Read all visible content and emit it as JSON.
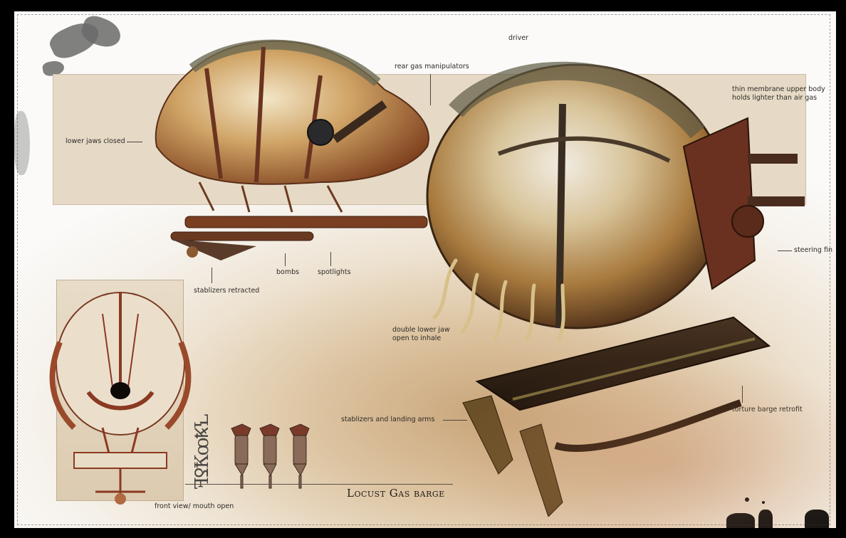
{
  "artwork": {
    "title": "Locust Gas barge",
    "signature_glyphs": "ꟻꝾꝀꝏꝄꝆ"
  },
  "callouts": {
    "lower_jaws_closed": "lower jaws closed",
    "rear_gas_manipulators": "rear gas manipulators",
    "driver": "driver",
    "thin_membrane_line1": "thin membrane upper body",
    "thin_membrane_line2": "holds lighter than air gas",
    "steering_fin": "steering fin",
    "bombs": "bombs",
    "spotlights": "spotlights",
    "stabilizers_retracted": "stablizers retracted",
    "double_jaw_line1": "double lower jaw",
    "double_jaw_line2": "open to inhale",
    "stabilizers_landing_arms": "stablizers and landing arms",
    "torture_barge_retrofit": "torture barge retrofit",
    "front_view": "front view/ mouth open"
  },
  "colors": {
    "background": "#000000",
    "paper": "#f6f2ec",
    "panel": "#e6dac6",
    "flesh": "#c99a5a",
    "metal_rust": "#7a3a22",
    "dark_metal": "#3a2a1e",
    "text": "#2d2a26"
  }
}
